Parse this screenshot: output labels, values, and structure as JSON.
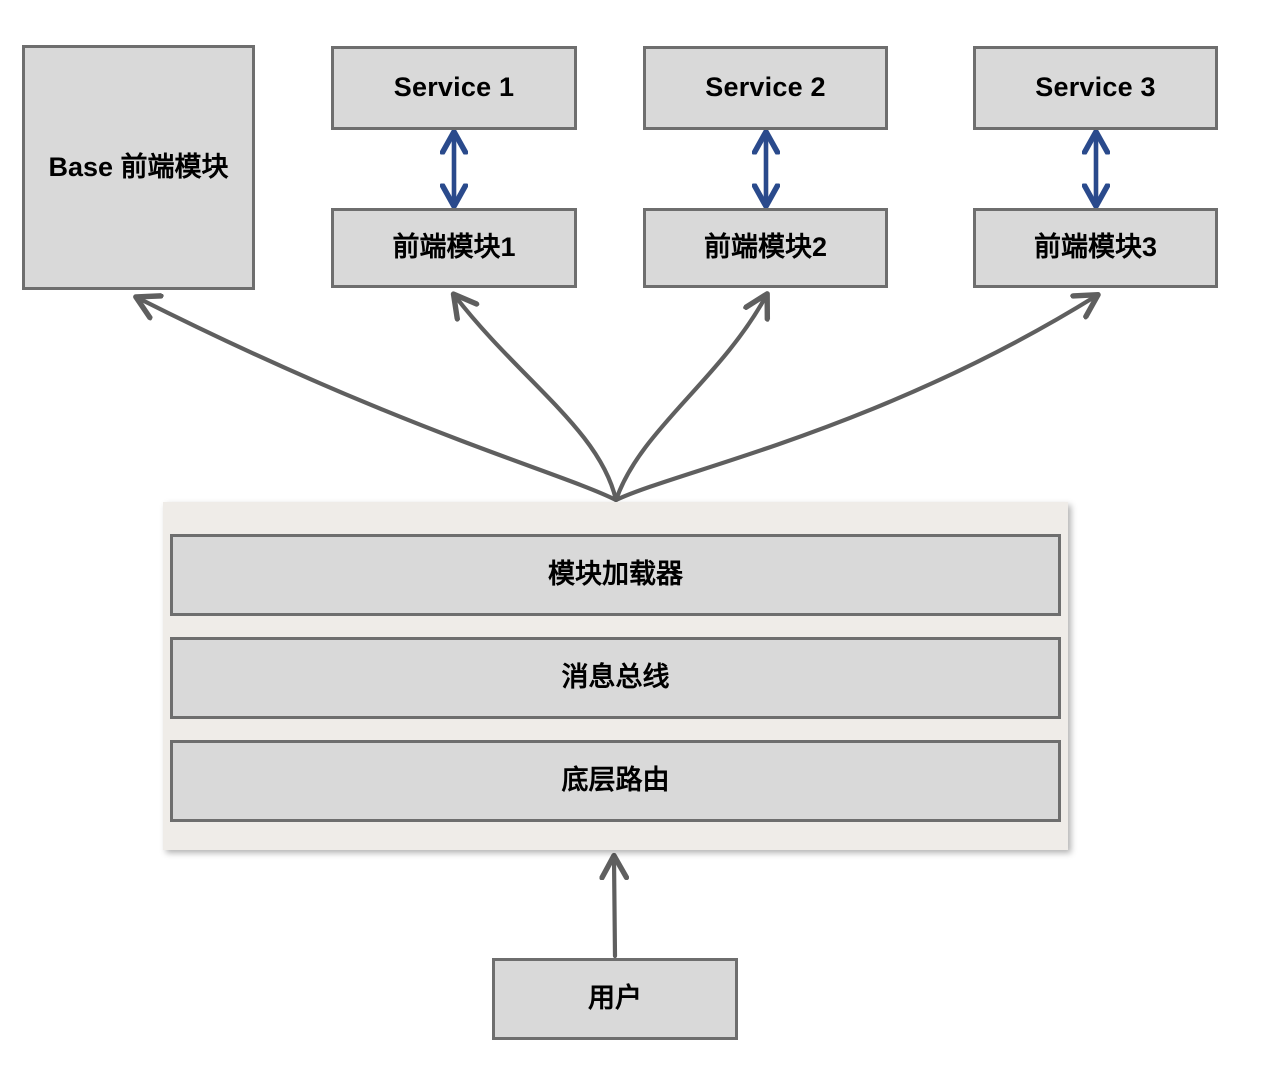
{
  "diagram": {
    "title": "micro-frontend architecture",
    "colors": {
      "node_fill": "#d9d9d9",
      "node_border": "#6e6e6e",
      "container_fill": "#efece8",
      "arrow_gray": "#5f5f5f",
      "arrow_blue": "#2a4a8c",
      "background": "#ffffff"
    },
    "base_module": {
      "label": "Base 前端模块"
    },
    "services": [
      {
        "label": "Service 1"
      },
      {
        "label": "Service 2"
      },
      {
        "label": "Service 3"
      }
    ],
    "frontend_modules": [
      {
        "label": "前端模块1"
      },
      {
        "label": "前端模块2"
      },
      {
        "label": "前端模块3"
      }
    ],
    "platform": {
      "layers": [
        {
          "label": "模块加载器"
        },
        {
          "label": "消息总线"
        },
        {
          "label": "底层路由"
        }
      ]
    },
    "user": {
      "label": "用户"
    },
    "connections": {
      "service_module_pairs": [
        {
          "from": "Service 1",
          "to": "前端模块1",
          "style": "double-arrow",
          "color": "#2a4a8c"
        },
        {
          "from": "Service 2",
          "to": "前端模块2",
          "style": "double-arrow",
          "color": "#2a4a8c"
        },
        {
          "from": "Service 3",
          "to": "前端模块3",
          "style": "double-arrow",
          "color": "#2a4a8c"
        }
      ],
      "platform_to_modules": [
        {
          "from": "模块加载器",
          "to": "Base 前端模块",
          "style": "curved-arrow",
          "color": "#5f5f5f"
        },
        {
          "from": "模块加载器",
          "to": "前端模块1",
          "style": "curved-arrow",
          "color": "#5f5f5f"
        },
        {
          "from": "模块加载器",
          "to": "前端模块2",
          "style": "curved-arrow",
          "color": "#5f5f5f"
        },
        {
          "from": "模块加载器",
          "to": "前端模块3",
          "style": "curved-arrow",
          "color": "#5f5f5f"
        }
      ],
      "user_to_platform": {
        "from": "用户",
        "to": "底层路由",
        "style": "straight-arrow",
        "color": "#5f5f5f"
      }
    }
  }
}
